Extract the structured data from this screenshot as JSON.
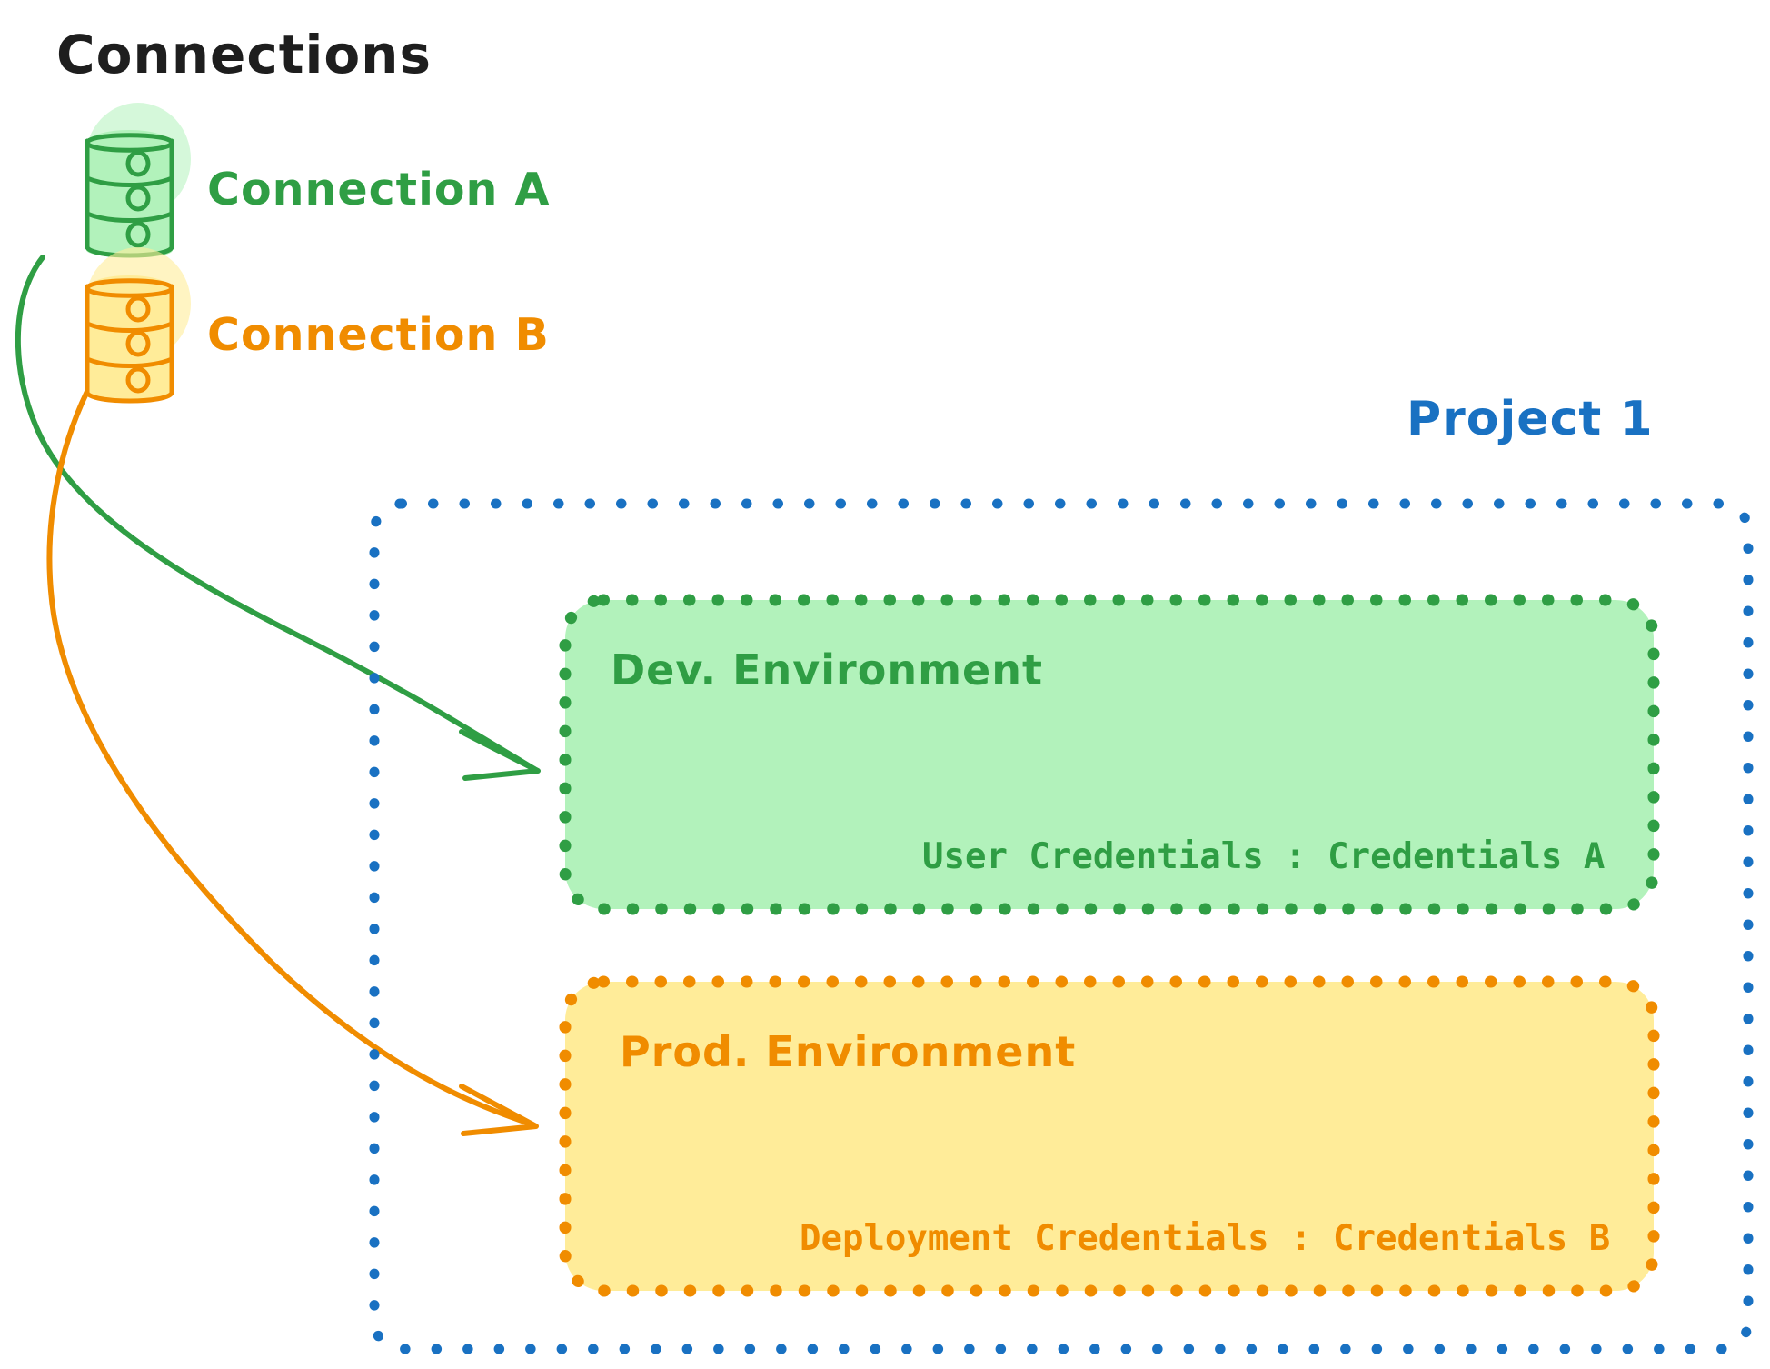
{
  "diagram": {
    "title": "Connections",
    "title_color": "#1e1e1e",
    "background": "#ffffff",
    "connections": [
      {
        "id": "connection-a",
        "label": "Connection A",
        "color": "#2f9e44",
        "fill": "#b2f2bb",
        "icon": "database-cylinder-icon",
        "target": "Dev. Environment"
      },
      {
        "id": "connection-b",
        "label": "Connection B",
        "color": "#f08c00",
        "fill": "#ffec99",
        "icon": "database-cylinder-icon",
        "target": "Prod. Environment"
      }
    ],
    "project": {
      "label": "Project 1",
      "color": "#1971c2",
      "border_style": "dotted",
      "environments": [
        {
          "id": "dev-environment",
          "title": "Dev. Environment",
          "stroke": "#2f9e44",
          "fill": "#b2f2bb",
          "credential_label": "User Credentials",
          "credential_separator": ":",
          "credential_value": "Credentials A",
          "credential_line": "User Credentials : Credentials A"
        },
        {
          "id": "prod-environment",
          "title": "Prod. Environment",
          "stroke": "#f08c00",
          "fill": "#ffec99",
          "credential_label": "Deployment Credentials",
          "credential_separator": ":",
          "credential_value": "Credentials B",
          "credential_line": "Deployment Credentials : Credentials B"
        }
      ]
    },
    "arrows": [
      {
        "id": "arrow-a-to-dev",
        "from": "Connection A",
        "to": "Dev. Environment",
        "color": "#2f9e44"
      },
      {
        "id": "arrow-b-to-prod",
        "from": "Connection B",
        "to": "Prod. Environment",
        "color": "#f08c00"
      }
    ]
  }
}
